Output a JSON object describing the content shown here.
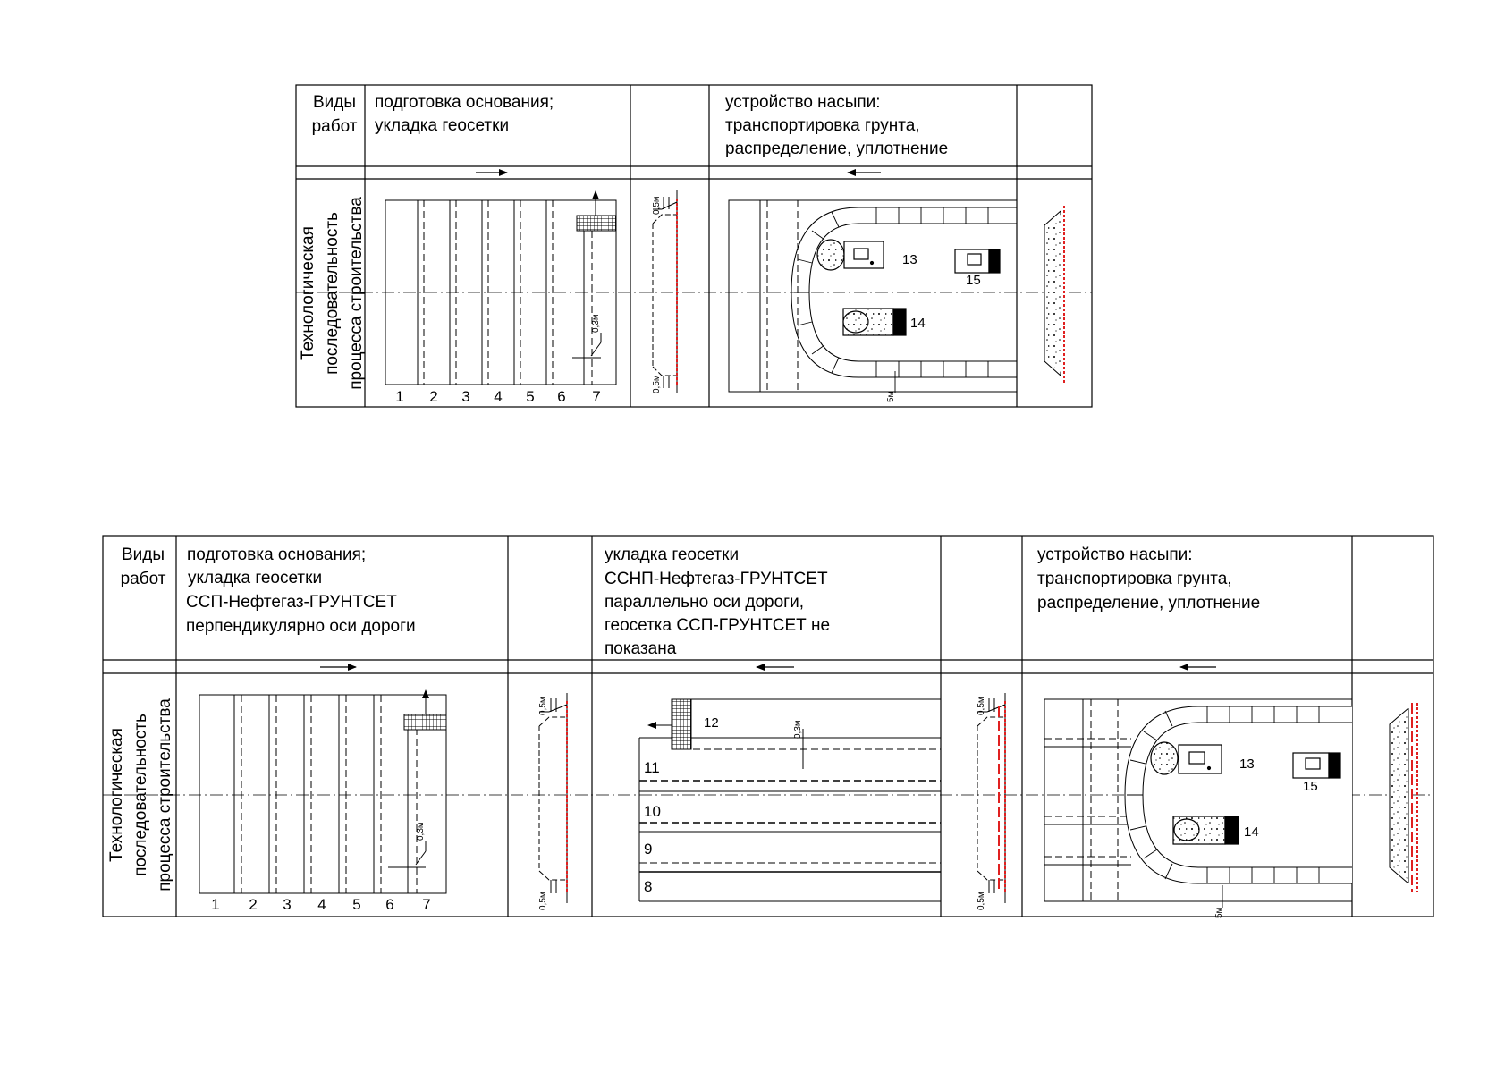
{
  "colors": {
    "ink": "#000000",
    "red_edge": "#e02020",
    "background": "#ffffff"
  },
  "top_table": {
    "header_label": [
      "Виды",
      "работ"
    ],
    "cols": [
      {
        "lines": [
          "подготовка основания;",
          "укладка геосетки"
        ]
      },
      {
        "lines": []
      },
      {
        "lines": [
          "устройство насыпи:",
          "транспортировка грунта,",
          "распределение, уплотнение"
        ]
      },
      {
        "lines": []
      }
    ],
    "row_label": [
      "Технологическая",
      "последовательность",
      "процесса строительства"
    ],
    "strip_numbers": [
      "1",
      "2",
      "3",
      "4",
      "5",
      "6",
      "7"
    ],
    "dim_03": "0,3м",
    "dim_05": "0,5м",
    "dim_5": "5м",
    "machine_13": "13",
    "machine_14": "14",
    "machine_15": "15"
  },
  "bottom_table": {
    "header_label": [
      "Виды",
      "работ"
    ],
    "cols": [
      {
        "lines": [
          "подготовка основания;",
          "укладка геосетки",
          "ССП-Нефтегаз-ГРУНТСЕТ",
          "перпендикулярно оси дороги"
        ]
      },
      {
        "lines": []
      },
      {
        "lines": [
          "укладка геосетки",
          "ССНП-Нефтегаз-ГРУНТСЕТ",
          "параллельно оси дороги,",
          "геосетка  ССП-ГРУНТСЕТ не",
          "показана"
        ]
      },
      {
        "lines": []
      },
      {
        "lines": [
          "устройство насыпи:",
          "транспортировка грунта,",
          "распределение, уплотнение"
        ]
      },
      {
        "lines": []
      }
    ],
    "row_label": [
      "Технологическая",
      "последовательность",
      "процесса строительства"
    ],
    "strip_numbers": [
      "1",
      "2",
      "3",
      "4",
      "5",
      "6",
      "7"
    ],
    "lane_numbers": [
      "11",
      "10",
      "9",
      "8"
    ],
    "roll_label": "12",
    "dim_03": "0,3м",
    "dim_05": "0,5м",
    "dim_5": "5м",
    "machine_13": "13",
    "machine_14": "14",
    "machine_15": "15"
  }
}
